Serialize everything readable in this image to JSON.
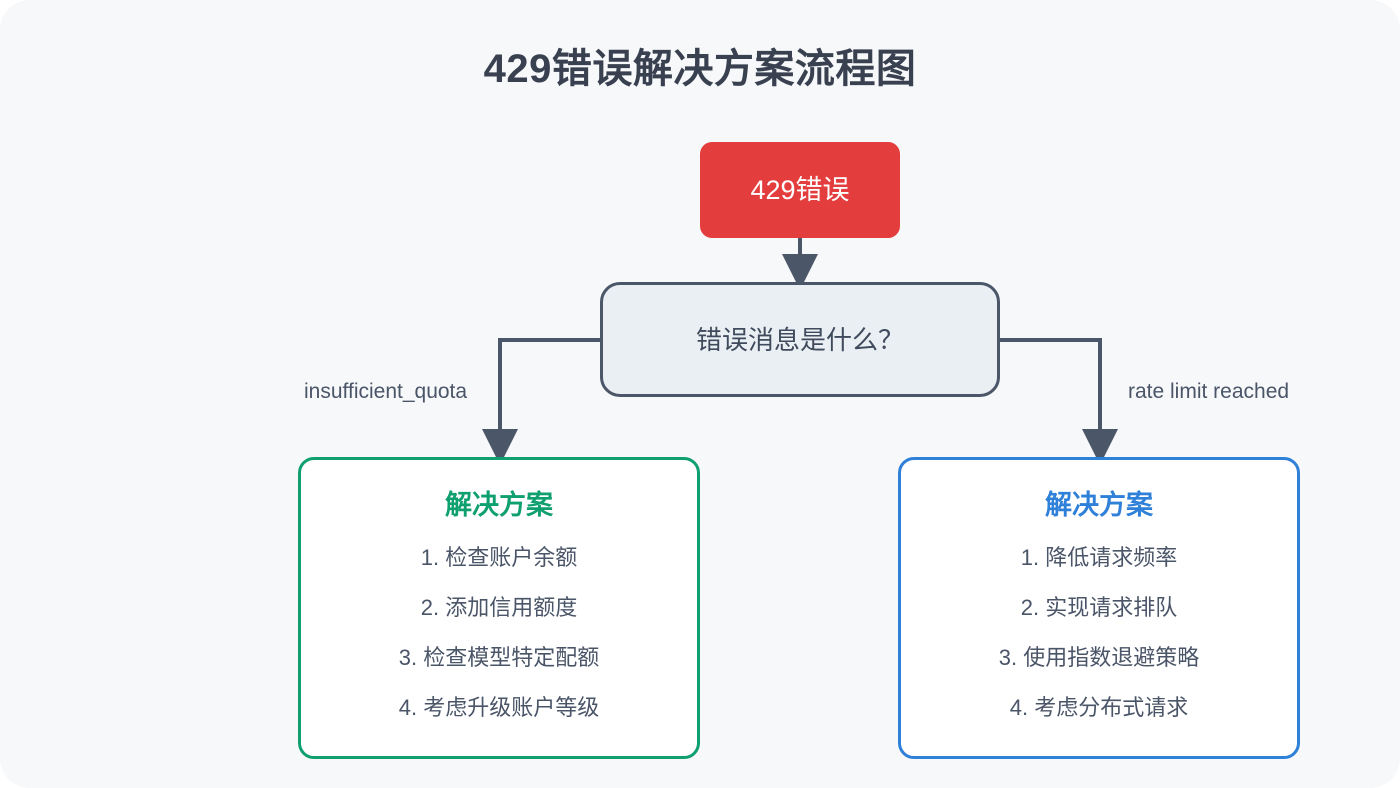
{
  "page": {
    "title": "429错误解决方案流程图",
    "background_color": "#f7f8fa"
  },
  "colors": {
    "error_red": "#e43d3d",
    "decision_fill": "#eaeff4",
    "decision_border": "#4b5769",
    "green_accent": "#10a070",
    "blue_accent": "#2f80d8",
    "connector": "#4b5769",
    "body_text": "#4a5568",
    "title_text": "#394150"
  },
  "nodes": {
    "error": {
      "label": "429错误"
    },
    "decision": {
      "label": "错误消息是什么？"
    },
    "solution_left": {
      "heading": "解决方案",
      "items": [
        "1. 检查账户余额",
        "2. 添加信用额度",
        "3. 检查模型特定配额",
        "4. 考虑升级账户等级"
      ]
    },
    "solution_right": {
      "heading": "解决方案",
      "items": [
        "1. 降低请求频率",
        "2. 实现请求排队",
        "3. 使用指数退避策略",
        "4. 考虑分布式请求"
      ]
    }
  },
  "edges": {
    "error_to_decision": {
      "label": ""
    },
    "decision_to_left": {
      "label": "insufficient_quota"
    },
    "decision_to_right": {
      "label": "rate limit reached"
    }
  }
}
